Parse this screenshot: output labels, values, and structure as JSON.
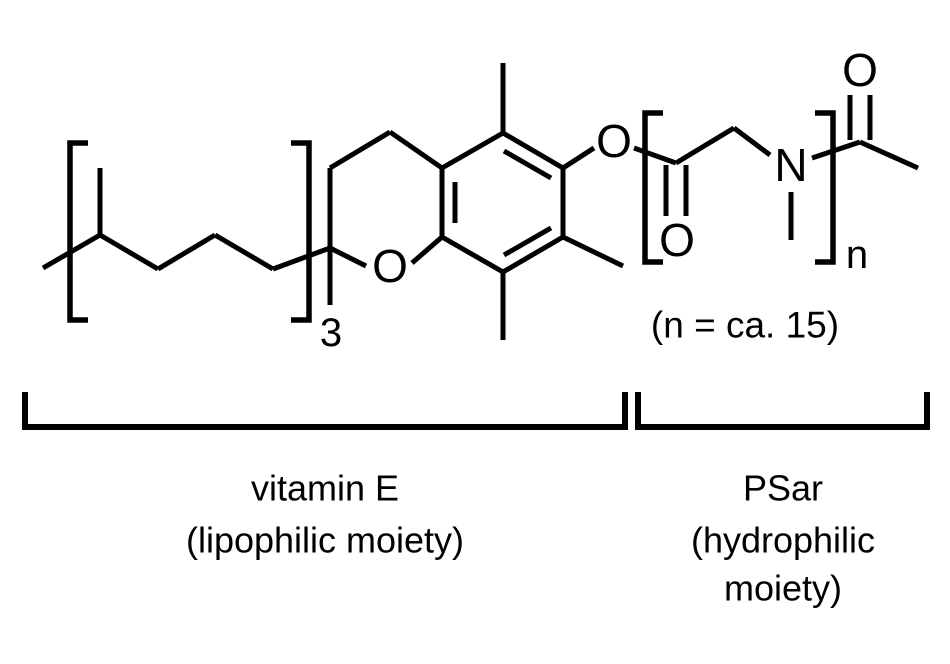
{
  "figure": {
    "title": "Vitamin E - polysarcosine amphiphile chemical structure",
    "background_color": "#ffffff",
    "line_color": "#000000",
    "stroke_width": 5
  },
  "atoms": {
    "chromanol_ring_oxygen": "O",
    "ester_oxygen": "O",
    "ester_carbonyl_oxygen": "O",
    "amide_nitrogen": "N",
    "acetyl_carbonyl_oxygen": "O"
  },
  "repeat_units": {
    "phytyl_subscript": "3",
    "sarcosine_subscript": "n"
  },
  "notes": {
    "degree_of_polymerization": "(n = ca. 15)"
  },
  "moieties": [
    {
      "id": "vitamin-e",
      "name": "vitamin E",
      "descriptor": "(lipophilic moiety)",
      "lines": [
        "vitamin E",
        "(lipophilic moiety)"
      ]
    },
    {
      "id": "psar",
      "name": "PSar",
      "descriptor": "(hydrophilic moiety)",
      "lines": [
        "PSar",
        "(hydrophilic",
        "moiety)"
      ]
    }
  ]
}
